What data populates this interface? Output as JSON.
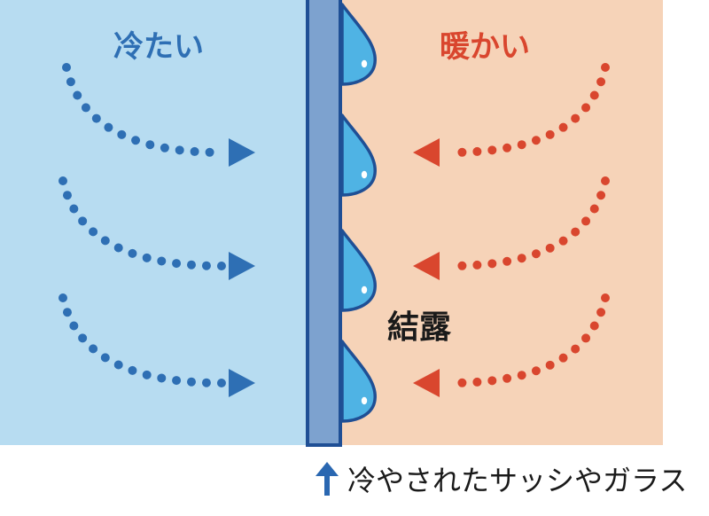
{
  "labels": {
    "cold": "冷たい",
    "warm": "暖かい",
    "condensation": "結露",
    "caption": "冷やされたサッシやガラス"
  },
  "colors": {
    "cold_background": "#b7dcf1",
    "warm_background": "#f6d3b8",
    "cold_arrow": "#2e6fb4",
    "warm_arrow": "#d9462e",
    "glass_fill": "#7da2cf",
    "glass_edge": "#1f4f95",
    "droplet_fill": "#4fb3e4",
    "droplet_edge": "#1f4f95",
    "caption_arrow": "#2a67b1"
  },
  "icons": {
    "caption_pointer": "arrow-up-icon",
    "droplet": "water-droplet-icon"
  }
}
